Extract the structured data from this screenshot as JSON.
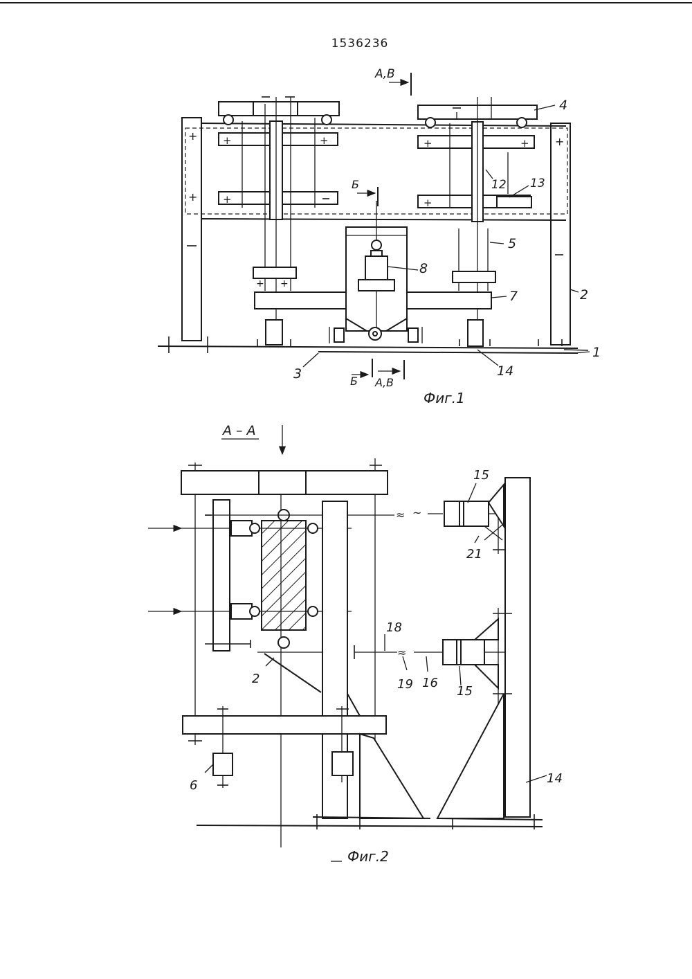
{
  "document": {
    "patent_number": "1536236",
    "figure_1_caption": "Фиг.1",
    "figure_2_caption": "Фиг.2"
  },
  "figure_1": {
    "section_marks": {
      "top": "А,В",
      "b_top": "Б",
      "b_bottom": "Б",
      "av_bottom": "А,В"
    },
    "callouts": [
      "4",
      "12",
      "13",
      "5",
      "8",
      "7",
      "2",
      "1",
      "3",
      "14"
    ]
  },
  "figure_2": {
    "section_title": "А – А",
    "callouts": [
      "15",
      "21",
      "18",
      "2",
      "19",
      "16",
      "15",
      "6",
      "14"
    ]
  }
}
